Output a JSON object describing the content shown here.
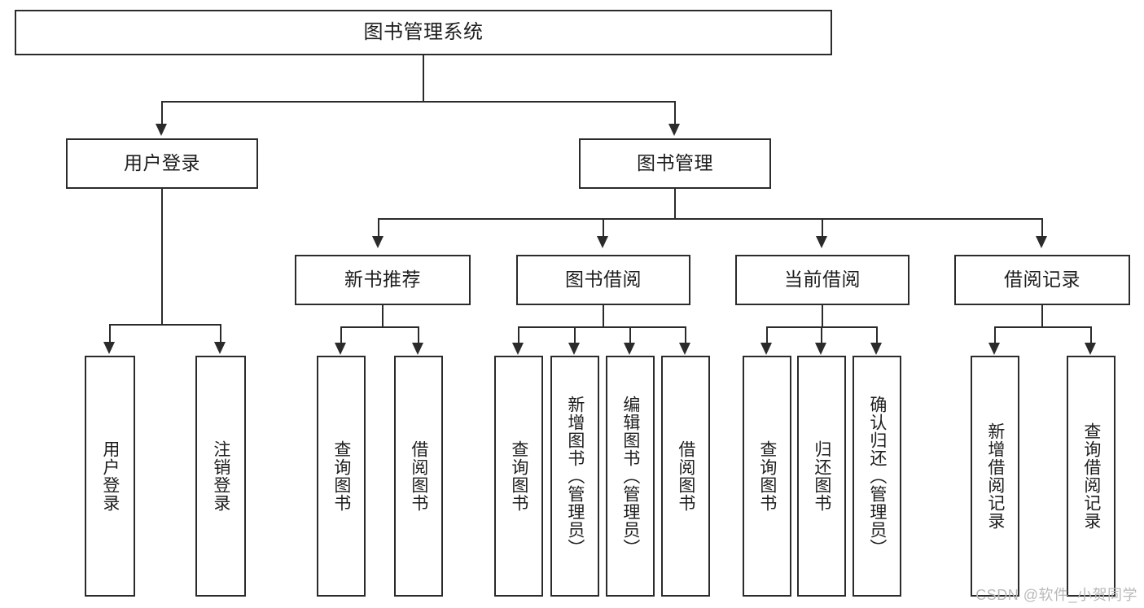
{
  "diagram": {
    "title": "图书管理系统",
    "type": "tree-hierarchy-chart",
    "watermark": "CSDN @软件_小贺同学",
    "colors": {
      "stroke": "#2b2b2b",
      "fill": "#ffffff",
      "text": "#1d1d1d",
      "watermark": "#b9b9b9"
    },
    "root": {
      "label": "图书管理系统"
    },
    "level2": [
      {
        "label": "用户登录"
      },
      {
        "label": "图书管理"
      }
    ],
    "level3": [
      {
        "label": "新书推荐"
      },
      {
        "label": "图书借阅"
      },
      {
        "label": "当前借阅"
      },
      {
        "label": "借阅记录"
      }
    ],
    "leaves": {
      "user_login": [
        {
          "label": "用户登录"
        },
        {
          "label": "注销登录"
        }
      ],
      "new_book_recommend": [
        {
          "label": "查询图书"
        },
        {
          "label": "借阅图书"
        }
      ],
      "book_borrow": [
        {
          "label": "查询图书"
        },
        {
          "label": "新增图书（管理员）"
        },
        {
          "label": "编辑图书（管理员）"
        },
        {
          "label": "借阅图书"
        }
      ],
      "current_borrow": [
        {
          "label": "查询图书"
        },
        {
          "label": "归还图书"
        },
        {
          "label": "确认归还（管理员）"
        }
      ],
      "borrow_record": [
        {
          "label": "新增借阅记录"
        },
        {
          "label": "查询借阅记录"
        }
      ]
    }
  }
}
